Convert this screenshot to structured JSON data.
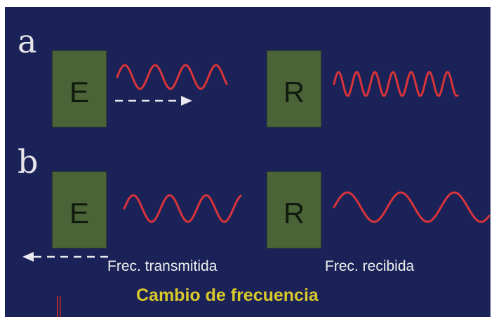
{
  "panels": [
    {
      "letter": "a",
      "emitter": "E",
      "receiver": "R"
    },
    {
      "letter": "b",
      "emitter": "E",
      "receiver": "R"
    }
  ],
  "captions": {
    "transmitted": "Frec. transmitida",
    "received": "Frec. recibida",
    "title": "Cambio de frecuencia"
  },
  "colors": {
    "background": "#1a2258",
    "box": "#4a6438",
    "wave": "#d8343a",
    "arrow": "#e8e8ee",
    "title": "#d9c82a"
  },
  "arrow_directions": {
    "panel_a": "right",
    "panel_b": "left"
  }
}
